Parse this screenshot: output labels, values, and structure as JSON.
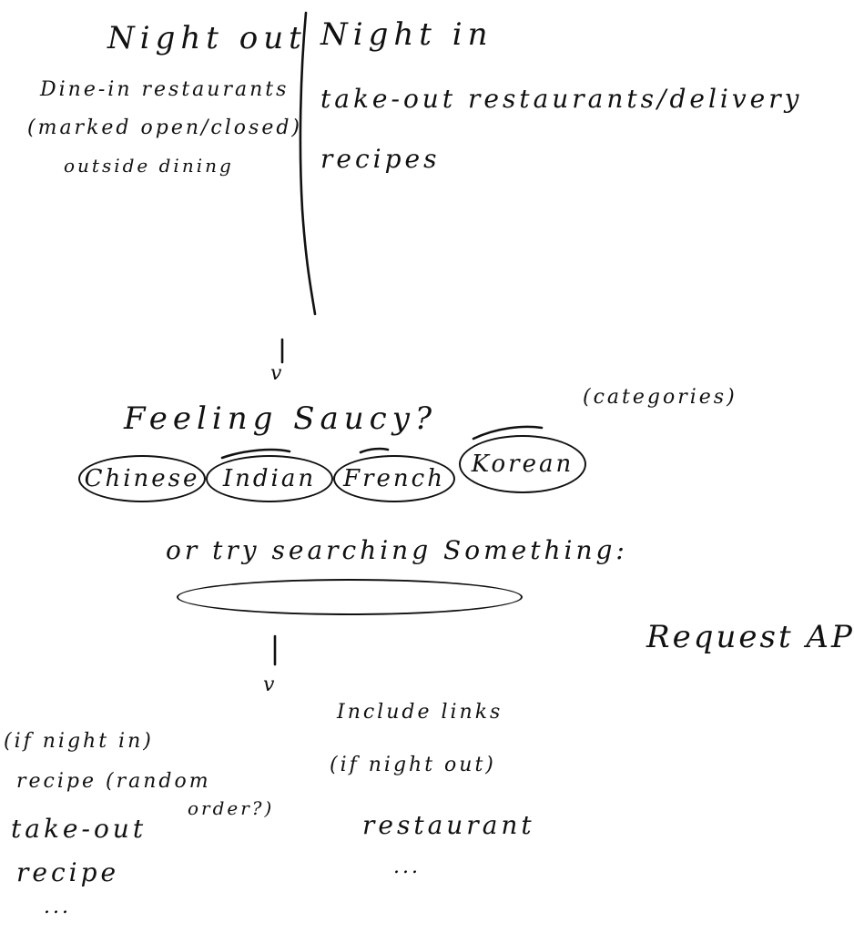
{
  "sketch": {
    "night_out": {
      "heading": "Night out",
      "lines": [
        "Dine-in restaurants",
        "(marked open/closed)",
        "outside dining"
      ]
    },
    "night_in": {
      "heading": "Night in",
      "lines": [
        "take-out restaurants/delivery",
        "recipes"
      ]
    },
    "arrow_glyph": "v",
    "prompt": "Feeling Saucy?",
    "categories_note": "(categories)",
    "categories": [
      "Chinese",
      "Indian",
      "French",
      "Korean"
    ],
    "search_prompt": "or try searching Something:",
    "search_value": "",
    "api_note": "Request API",
    "results_in": {
      "condition": "(if night in)",
      "lines": [
        "recipe (random",
        "order?)",
        "take-out",
        "recipe",
        "..."
      ]
    },
    "results_out": {
      "title": "Include links",
      "condition": "(if night out)",
      "lines": [
        "restaurant",
        "..."
      ]
    }
  }
}
